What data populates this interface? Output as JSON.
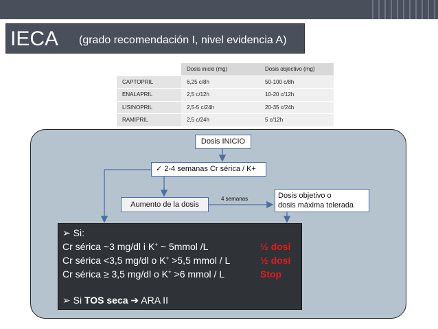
{
  "title": {
    "main": "IECA",
    "sub": "(grado recomendación I, nivel evidencia A)"
  },
  "dose_table": {
    "headers": [
      "",
      "Dosis inicio (mg)",
      "Dosis objectivo (mg)"
    ],
    "rows": [
      {
        "drug": "CAPTOPRIL",
        "start": "6,25 c/8h",
        "target": "50-100 c/8h"
      },
      {
        "drug": "ENALAPRIL",
        "start": "2,5  c/12h",
        "target": "10-20 c/12h"
      },
      {
        "drug": "LISINOPRIL",
        "start": "2,5-5 c/24h",
        "target": "20-35 c/24h"
      },
      {
        "drug": "RAMIPRIL",
        "start": "2,5 c/24h",
        "target": "5 c/12h"
      }
    ]
  },
  "flow": {
    "inicio": "Dosis INICIO",
    "semanas_check": "✓",
    "semanas": "2-4 semanas Cr sérica / K+",
    "aumento": "Aumento de la dosis",
    "cuatro_semanas": "4 semanas",
    "objetivo_line1": "Dosis objetivo o",
    "objetivo_line2": "dosis máxima tolerada"
  },
  "rules": {
    "bullet": "➢",
    "si": "Si:",
    "r1_a": "Cr sérica ~3 mg/dl  i K",
    "r1_sup": "+",
    "r1_b": " ~ 5mmol /L",
    "r1_action": "½ dosi",
    "r2_a": "Cr sérica <3,5 mg/dl o K",
    "r2_sup": "+",
    "r2_b": " >5,5 mmol / L",
    "r2_action": "½ dosi",
    "r3_a": "Cr sérica ≥ 3,5 mg/dl o K",
    "r3_sup": "+",
    "r3_b": " >6 mmol / L",
    "r3_action": "Stop",
    "tos_prefix": "Si ",
    "tos_bold": "TOS seca",
    "tos_arrow": "➔",
    "tos_suffix": " ARA II"
  },
  "colors": {
    "header_bg": "#4a4f5c",
    "panel_bg": "#b5c3ce",
    "arrow": "#4a6fa5",
    "alert": "#e41b1b"
  }
}
